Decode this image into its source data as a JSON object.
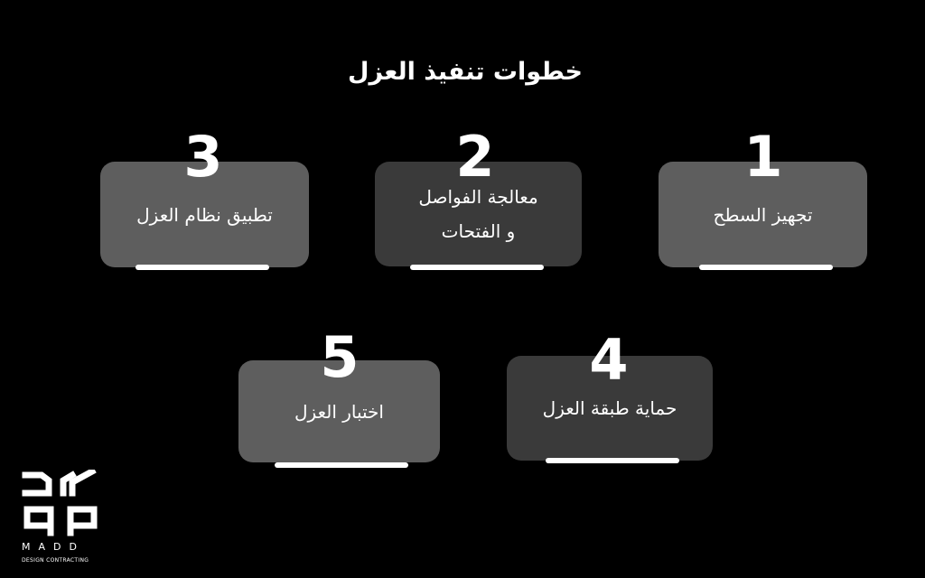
{
  "title": "خطوات تنفيذ العزل",
  "steps": [
    {
      "number": "1",
      "text": "تجهيز السطح"
    },
    {
      "number": "2",
      "text_line1": "معالجة الفواصل",
      "text_line2": "و الفتحات"
    },
    {
      "number": "3",
      "text": "تطبيق نظام العزل"
    },
    {
      "number": "4",
      "text": "حماية طبقة العزل"
    },
    {
      "number": "5",
      "text": "اختبار العزل"
    }
  ],
  "logo": {
    "name": "MADD",
    "tagline": "DESIGN CONTRACTING"
  },
  "colors": {
    "background": "#000000",
    "card_light": "#5e5e5e",
    "card_dark": "#3a3a3a",
    "text": "#ffffff"
  }
}
